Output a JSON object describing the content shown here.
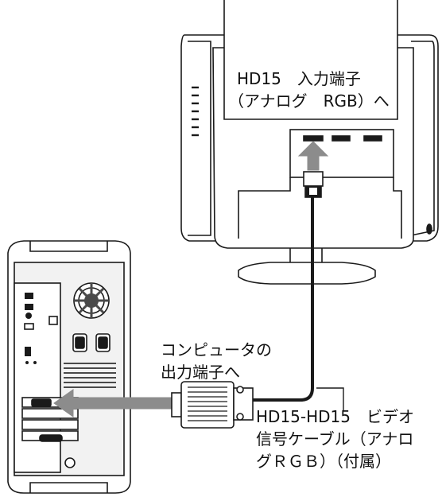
{
  "labels": {
    "monitor_input_line1": "HD15　入力端子",
    "monitor_input_line2": "（アナログ　RGB）へ",
    "computer_output_line1": "コンピュータの",
    "computer_output_line2": "出力端子へ",
    "cable_line1": "HD15-HD15　ビデオ",
    "cable_line2": "信号ケーブル（アナロ",
    "cable_line3": "グＲＧＢ）（付属）"
  },
  "colors": {
    "outline": "#1a1a1a",
    "arrow_gray": "#8c8c8c",
    "panel_light": "#f2f2f2",
    "vent_dark": "#4a4a4a"
  },
  "icons": {
    "up_arrow": "arrow-up-icon",
    "left_arrow": "arrow-left-icon"
  }
}
